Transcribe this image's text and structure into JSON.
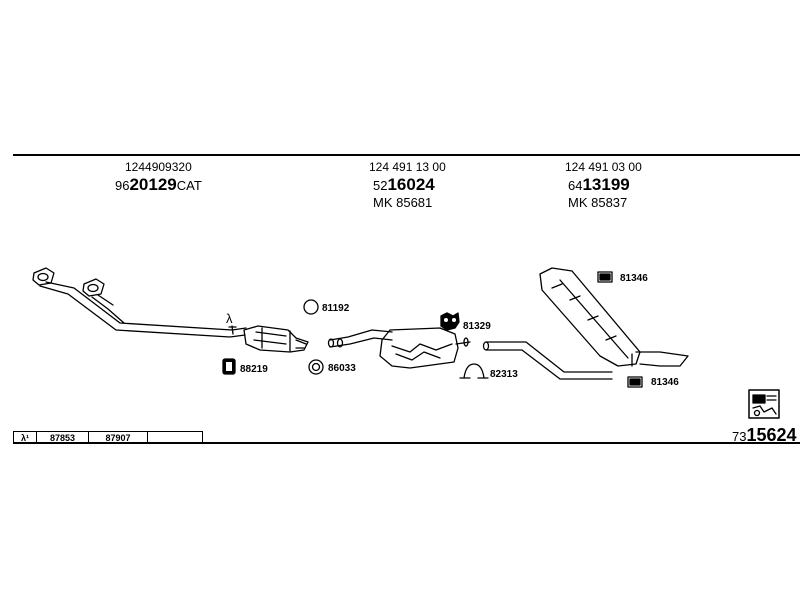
{
  "columns": [
    {
      "part_no": "1244909320",
      "code_prefix": "96",
      "code_main": "20129",
      "code_suffix": "CAT",
      "mk": ""
    },
    {
      "part_no": "124 491 13 00",
      "code_prefix": "52",
      "code_main": "16024",
      "code_suffix": "",
      "mk": "MK  85681"
    },
    {
      "part_no": "124 491 03 00",
      "code_prefix": "64",
      "code_main": "13199",
      "code_suffix": "",
      "mk": "MK  85837"
    }
  ],
  "parts": {
    "lambda_symbol": "λ",
    "ring_81192": "81192",
    "clamp_81329": "81329",
    "clamp_81346_top": "81346",
    "bracket_88219": "88219",
    "ring_86033": "86033",
    "clamp_82313": "82313",
    "clamp_81346_bottom": "81346"
  },
  "footer": {
    "lambda": "λ¹",
    "code_1": "87853",
    "code_2": "87907",
    "code_3": "",
    "ref_prefix": "73",
    "ref_main": "15624"
  }
}
